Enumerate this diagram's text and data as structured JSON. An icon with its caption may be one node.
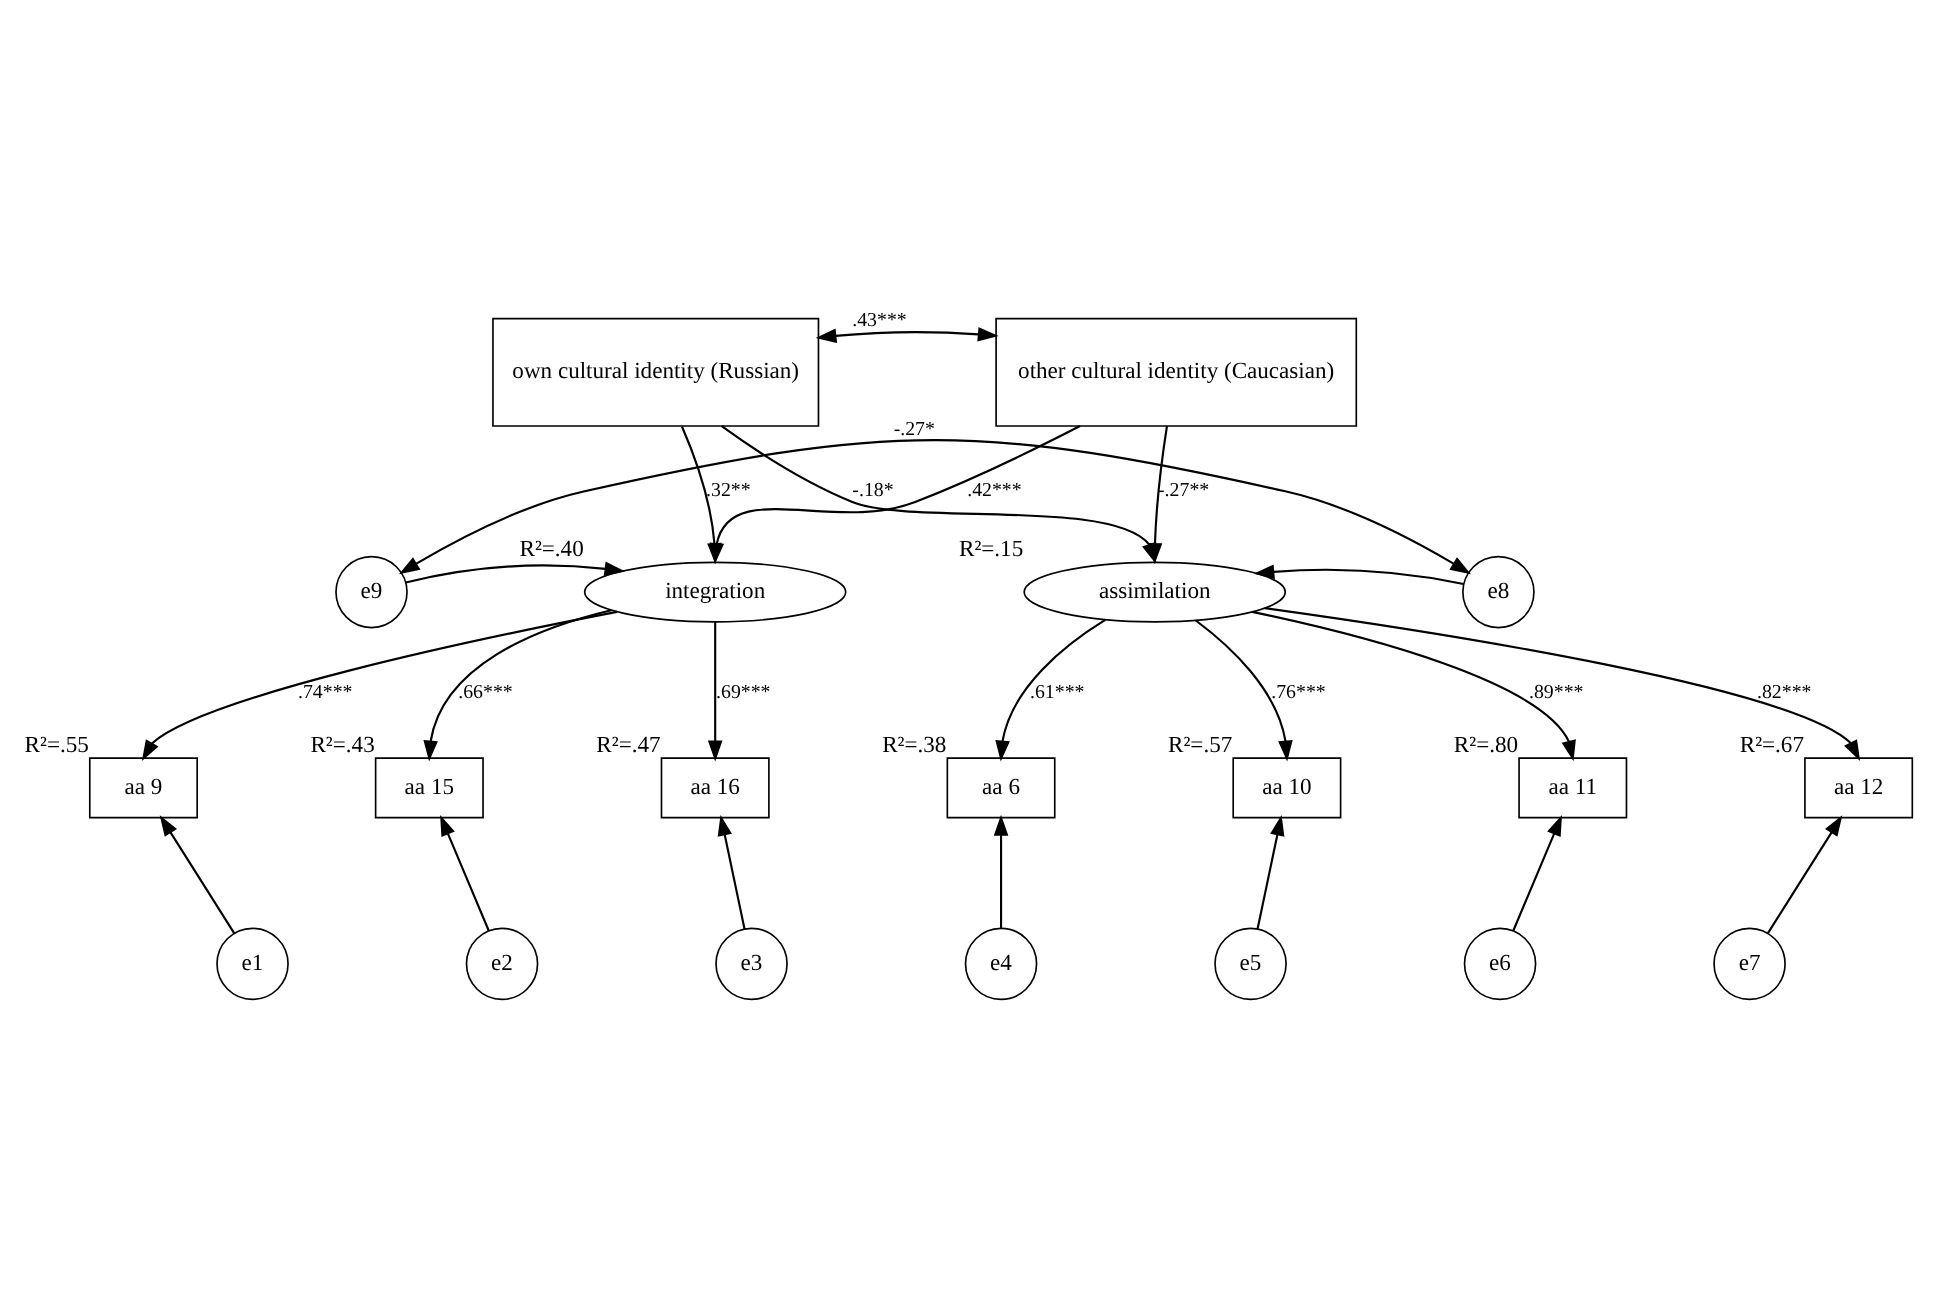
{
  "diagram": {
    "nodes": [
      {
        "text": [
          "own cultural identity (Russian)"
        ]
      },
      {
        "text": [
          "other cultural identity (Caucasian)"
        ]
      },
      {
        "text": [
          "integration"
        ],
        "beside": [
          "R²=.40"
        ]
      },
      {
        "text": [
          "assimilation"
        ],
        "beside": [
          "R²=.15"
        ]
      },
      {
        "text": [
          "e9"
        ]
      },
      {
        "text": [
          "e8"
        ]
      },
      {
        "text": [
          "aa 9"
        ],
        "beside": [
          "R²=.55"
        ]
      },
      {
        "text": [
          "aa 15"
        ],
        "beside": [
          "R²=.43"
        ]
      },
      {
        "text": [
          "aa 16"
        ],
        "beside": [
          "R²=.47"
        ]
      },
      {
        "text": [
          "aa 6"
        ],
        "beside": [
          "R²=.38"
        ]
      },
      {
        "text": [
          "aa 10"
        ],
        "beside": [
          "R²=.57"
        ]
      },
      {
        "text": [
          "aa 11"
        ],
        "beside": [
          "R²=.80"
        ]
      },
      {
        "text": [
          "aa 12"
        ],
        "beside": [
          "R²=.67"
        ]
      },
      {
        "text": [
          "e1"
        ]
      },
      {
        "text": [
          "e2"
        ]
      },
      {
        "text": [
          "e3"
        ]
      },
      {
        "text": [
          "e4"
        ]
      },
      {
        "text": [
          "e5"
        ]
      },
      {
        "text": [
          "e6"
        ]
      },
      {
        "text": [
          "e7"
        ]
      }
    ],
    "edges": [
      {
        "from": 0,
        "to": 1,
        "arrow": "both",
        "label": ".43***"
      },
      {
        "from": 0,
        "to": 2,
        "arrow": "to",
        "label": ".32**"
      },
      {
        "from": 0,
        "to": 3,
        "arrow": "to",
        "label": "-.18*"
      },
      {
        "from": 1,
        "to": 2,
        "arrow": "to",
        "label": ".42***"
      },
      {
        "from": 1,
        "to": 3,
        "arrow": "to",
        "label": "-.27**"
      },
      {
        "from": 4,
        "to": 2,
        "arrow": "to"
      },
      {
        "from": 5,
        "to": 3,
        "arrow": "to"
      },
      {
        "from": 2,
        "to": 6,
        "arrow": "to",
        "label": ".74***"
      },
      {
        "from": 2,
        "to": 7,
        "arrow": "to",
        "label": ".66***"
      },
      {
        "from": 2,
        "to": 8,
        "arrow": "to",
        "label": ".69***"
      },
      {
        "from": 3,
        "to": 9,
        "arrow": "to",
        "label": ".61***"
      },
      {
        "from": 3,
        "to": 10,
        "arrow": "to",
        "label": ".76***"
      },
      {
        "from": 3,
        "to": 11,
        "arrow": "to",
        "label": ".89***"
      },
      {
        "from": 3,
        "to": 12,
        "arrow": "to",
        "label": ".82***"
      },
      {
        "from": 4,
        "to": 5,
        "arrow": "both",
        "label": "-.27*"
      },
      {
        "from": 13,
        "to": 6,
        "arrow": "to"
      },
      {
        "from": 14,
        "to": 7,
        "arrow": "to"
      },
      {
        "from": 15,
        "to": 8,
        "arrow": "to"
      },
      {
        "from": 16,
        "to": 9,
        "arrow": "to"
      },
      {
        "from": 17,
        "to": 10,
        "arrow": "to"
      },
      {
        "from": 18,
        "to": 11,
        "arrow": "to"
      },
      {
        "from": 19,
        "to": 12,
        "arrow": "to"
      }
    ]
  }
}
